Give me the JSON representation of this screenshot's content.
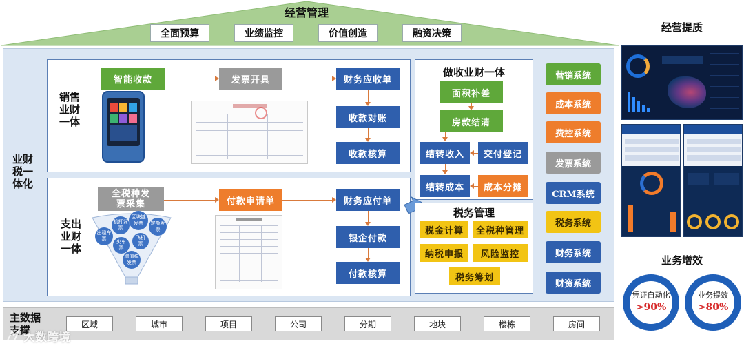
{
  "top": {
    "title": "经营管理",
    "buttons": [
      "全面预算",
      "业绩监控",
      "价值创造",
      "融资决策"
    ]
  },
  "left": {
    "label": "业财税一体化",
    "sales_label": "销售业财一体",
    "expense_label": "支出业财一体"
  },
  "sales_flow": {
    "smart_collect": "智能收款",
    "invoice_issue": "发票开具",
    "ar": "财务应收单",
    "reconcile": "收款对账",
    "verify": "收款核算"
  },
  "expense_flow": {
    "invoice_collect": "全税种发票采集",
    "payment_request": "付款申请单",
    "ap": "财务应付单",
    "bank_pay": "银企付款",
    "pay_verify": "付款核算",
    "funnel_items": [
      "出租车票",
      "机打发票",
      "区块链发票",
      "定额发票",
      "火车票",
      "飞机票",
      "增值税发票"
    ]
  },
  "revenue_panel": {
    "title": "做收业财一体",
    "area_diff": "面积补差",
    "settle": "房款结清",
    "transfer_income": "结转收入",
    "delivery": "交付登记",
    "transfer_cost": "结转成本",
    "cost_split": "成本分摊"
  },
  "tax_panel": {
    "title": "税务管理",
    "items": [
      "税金计算",
      "全税种管理",
      "纳税申报",
      "风险监控",
      "税务筹划"
    ]
  },
  "systems": [
    {
      "label": "营销系统",
      "color": "#5fa83a"
    },
    {
      "label": "成本系统",
      "color": "#ee7d2c"
    },
    {
      "label": "费控系统",
      "color": "#ee7d2c"
    },
    {
      "label": "发票系统",
      "color": "#9a9a9a"
    },
    {
      "label": "CRM系统",
      "color": "#2f5fad"
    },
    {
      "label": "税务系统",
      "color": "#f2c414"
    },
    {
      "label": "财务系统",
      "color": "#2f5fad"
    },
    {
      "label": "财资系统",
      "color": "#2f5fad"
    }
  ],
  "master_data": {
    "label": "主数据支撑",
    "items": [
      "区域",
      "城市",
      "项目",
      "公司",
      "分期",
      "地块",
      "楼栋",
      "房间"
    ]
  },
  "right": {
    "quality_title": "经营提质",
    "efficiency_title": "业务增效",
    "kpi1_label": "凭证自动化",
    "kpi1_value": ">90%",
    "kpi2_label": "业务提效",
    "kpi2_value": ">80%"
  },
  "watermark": "大数跨境",
  "colors": {
    "blue": "#2f5fad",
    "green": "#5fa83a",
    "orange": "#ee7d2c",
    "yellow": "#f2c414",
    "grey": "#9a9a9a",
    "roof": "#a9cf92",
    "panel": "#dbe6f3",
    "kpi_ring": "#1f5fb8",
    "kpi_value": "#d72b2b"
  }
}
